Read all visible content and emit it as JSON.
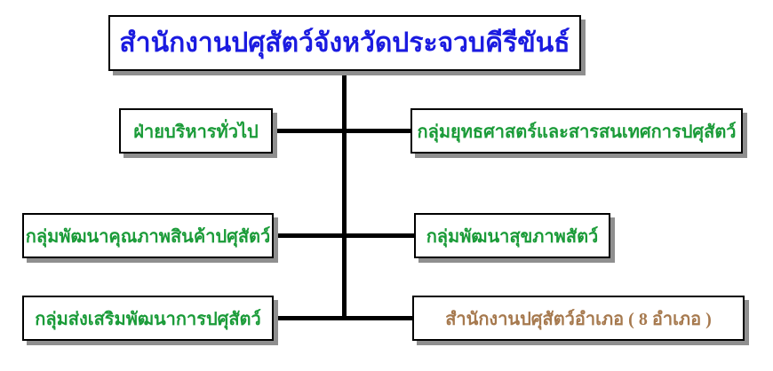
{
  "org_chart": {
    "title": "สำนักงานปศุสัตว์จังหวัดประจวบคีรีขันธ์",
    "boxes": [
      {
        "name": "general-administration-division",
        "label": "ฝ่ายบริหารทั่วไป",
        "column": "left",
        "row": 1,
        "text_color": "#1a9b38"
      },
      {
        "name": "livestock-strategy-and-information-group",
        "label": "กลุ่มยุทธศาสตร์และสารสนเทศการปศุสัตว์",
        "column": "right",
        "row": 1,
        "text_color": "#1a9b38"
      },
      {
        "name": "livestock-product-quality-development-group",
        "label": "กลุ่มพัฒนาคุณภาพสินค้าปศุสัตว์",
        "column": "left",
        "row": 2,
        "text_color": "#1a9b38"
      },
      {
        "name": "animal-health-development-group",
        "label": "กลุ่มพัฒนาสุขภาพสัตว์",
        "column": "right",
        "row": 2,
        "text_color": "#1a9b38"
      },
      {
        "name": "livestock-development-promotion-group",
        "label": "กลุ่มส่งเสริมพัฒนาการปศุสัตว์",
        "column": "left",
        "row": 3,
        "text_color": "#1a9b38"
      },
      {
        "name": "district-livestock-offices",
        "label": "สำนักงานปศุสัตว์อำเภอ ( 8  อำเภอ )",
        "column": "right",
        "row": 3,
        "text_color": "#a6794e"
      }
    ],
    "colors": {
      "title_text": "#1b1be0",
      "group_text": "#1a9b38",
      "district_text": "#a6794e",
      "box_border": "#000000",
      "box_shadow": "#8f8f8f",
      "connector_line": "#000000",
      "background": "#ffffff"
    }
  }
}
